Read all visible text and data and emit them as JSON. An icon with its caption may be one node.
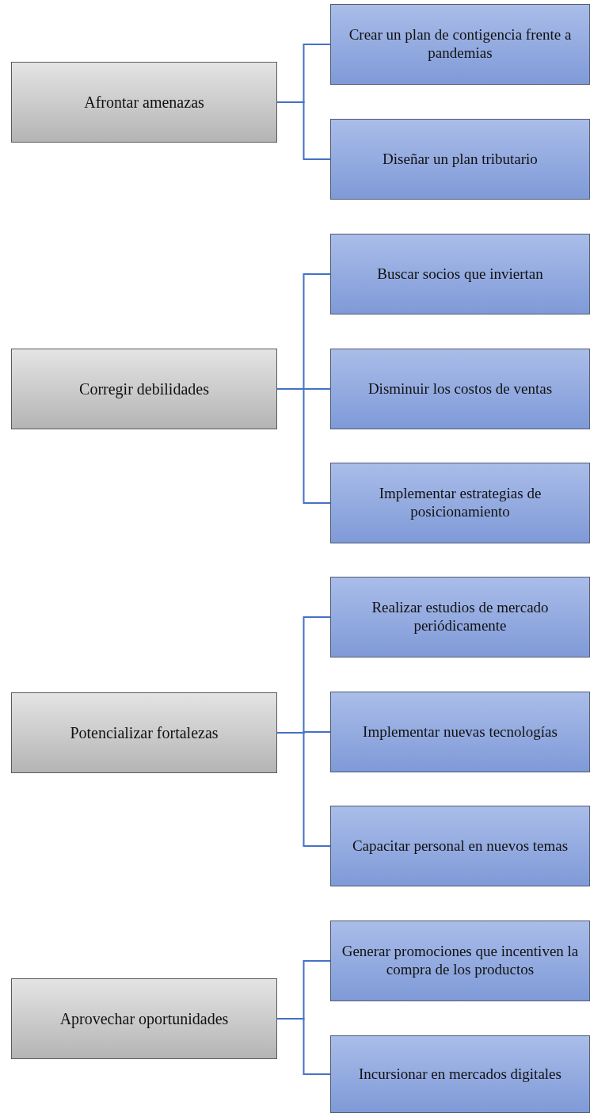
{
  "diagram": {
    "nodes": [
      {
        "text": [
          "Afrontar amenazas"
        ]
      },
      {
        "text": [
          "Crear un plan de contigencia frente a pandemias"
        ]
      },
      {
        "text": [
          "Diseñar un plan tributario"
        ]
      },
      {
        "text": [
          "Corregir debilidades"
        ]
      },
      {
        "text": [
          "Buscar socios que inviertan"
        ]
      },
      {
        "text": [
          "Disminuir los costos de ventas"
        ]
      },
      {
        "text": [
          "Implementar estrategias de posicionamiento"
        ]
      },
      {
        "text": [
          "Potencializar fortalezas"
        ]
      },
      {
        "text": [
          "Realizar estudios de mercado periódicamente"
        ]
      },
      {
        "text": [
          "Implementar nuevas tecnologías"
        ]
      },
      {
        "text": [
          "Capacitar personal en nuevos temas"
        ]
      },
      {
        "text": [
          "Aprovechar oportunidades"
        ]
      },
      {
        "text": [
          "Generar promociones que incentiven la compra de los productos"
        ]
      },
      {
        "text": [
          "Incursionar en mercados digitales"
        ]
      }
    ],
    "edges": [
      {
        "from": 0,
        "to": 1,
        "arrow": "none"
      },
      {
        "from": 0,
        "to": 2,
        "arrow": "none"
      },
      {
        "from": 3,
        "to": 4,
        "arrow": "none"
      },
      {
        "from": 3,
        "to": 5,
        "arrow": "none"
      },
      {
        "from": 3,
        "to": 6,
        "arrow": "none"
      },
      {
        "from": 7,
        "to": 8,
        "arrow": "none"
      },
      {
        "from": 7,
        "to": 9,
        "arrow": "none"
      },
      {
        "from": 7,
        "to": 10,
        "arrow": "none"
      },
      {
        "from": 11,
        "to": 12,
        "arrow": "none"
      },
      {
        "from": 11,
        "to": 13,
        "arrow": "none"
      }
    ]
  }
}
